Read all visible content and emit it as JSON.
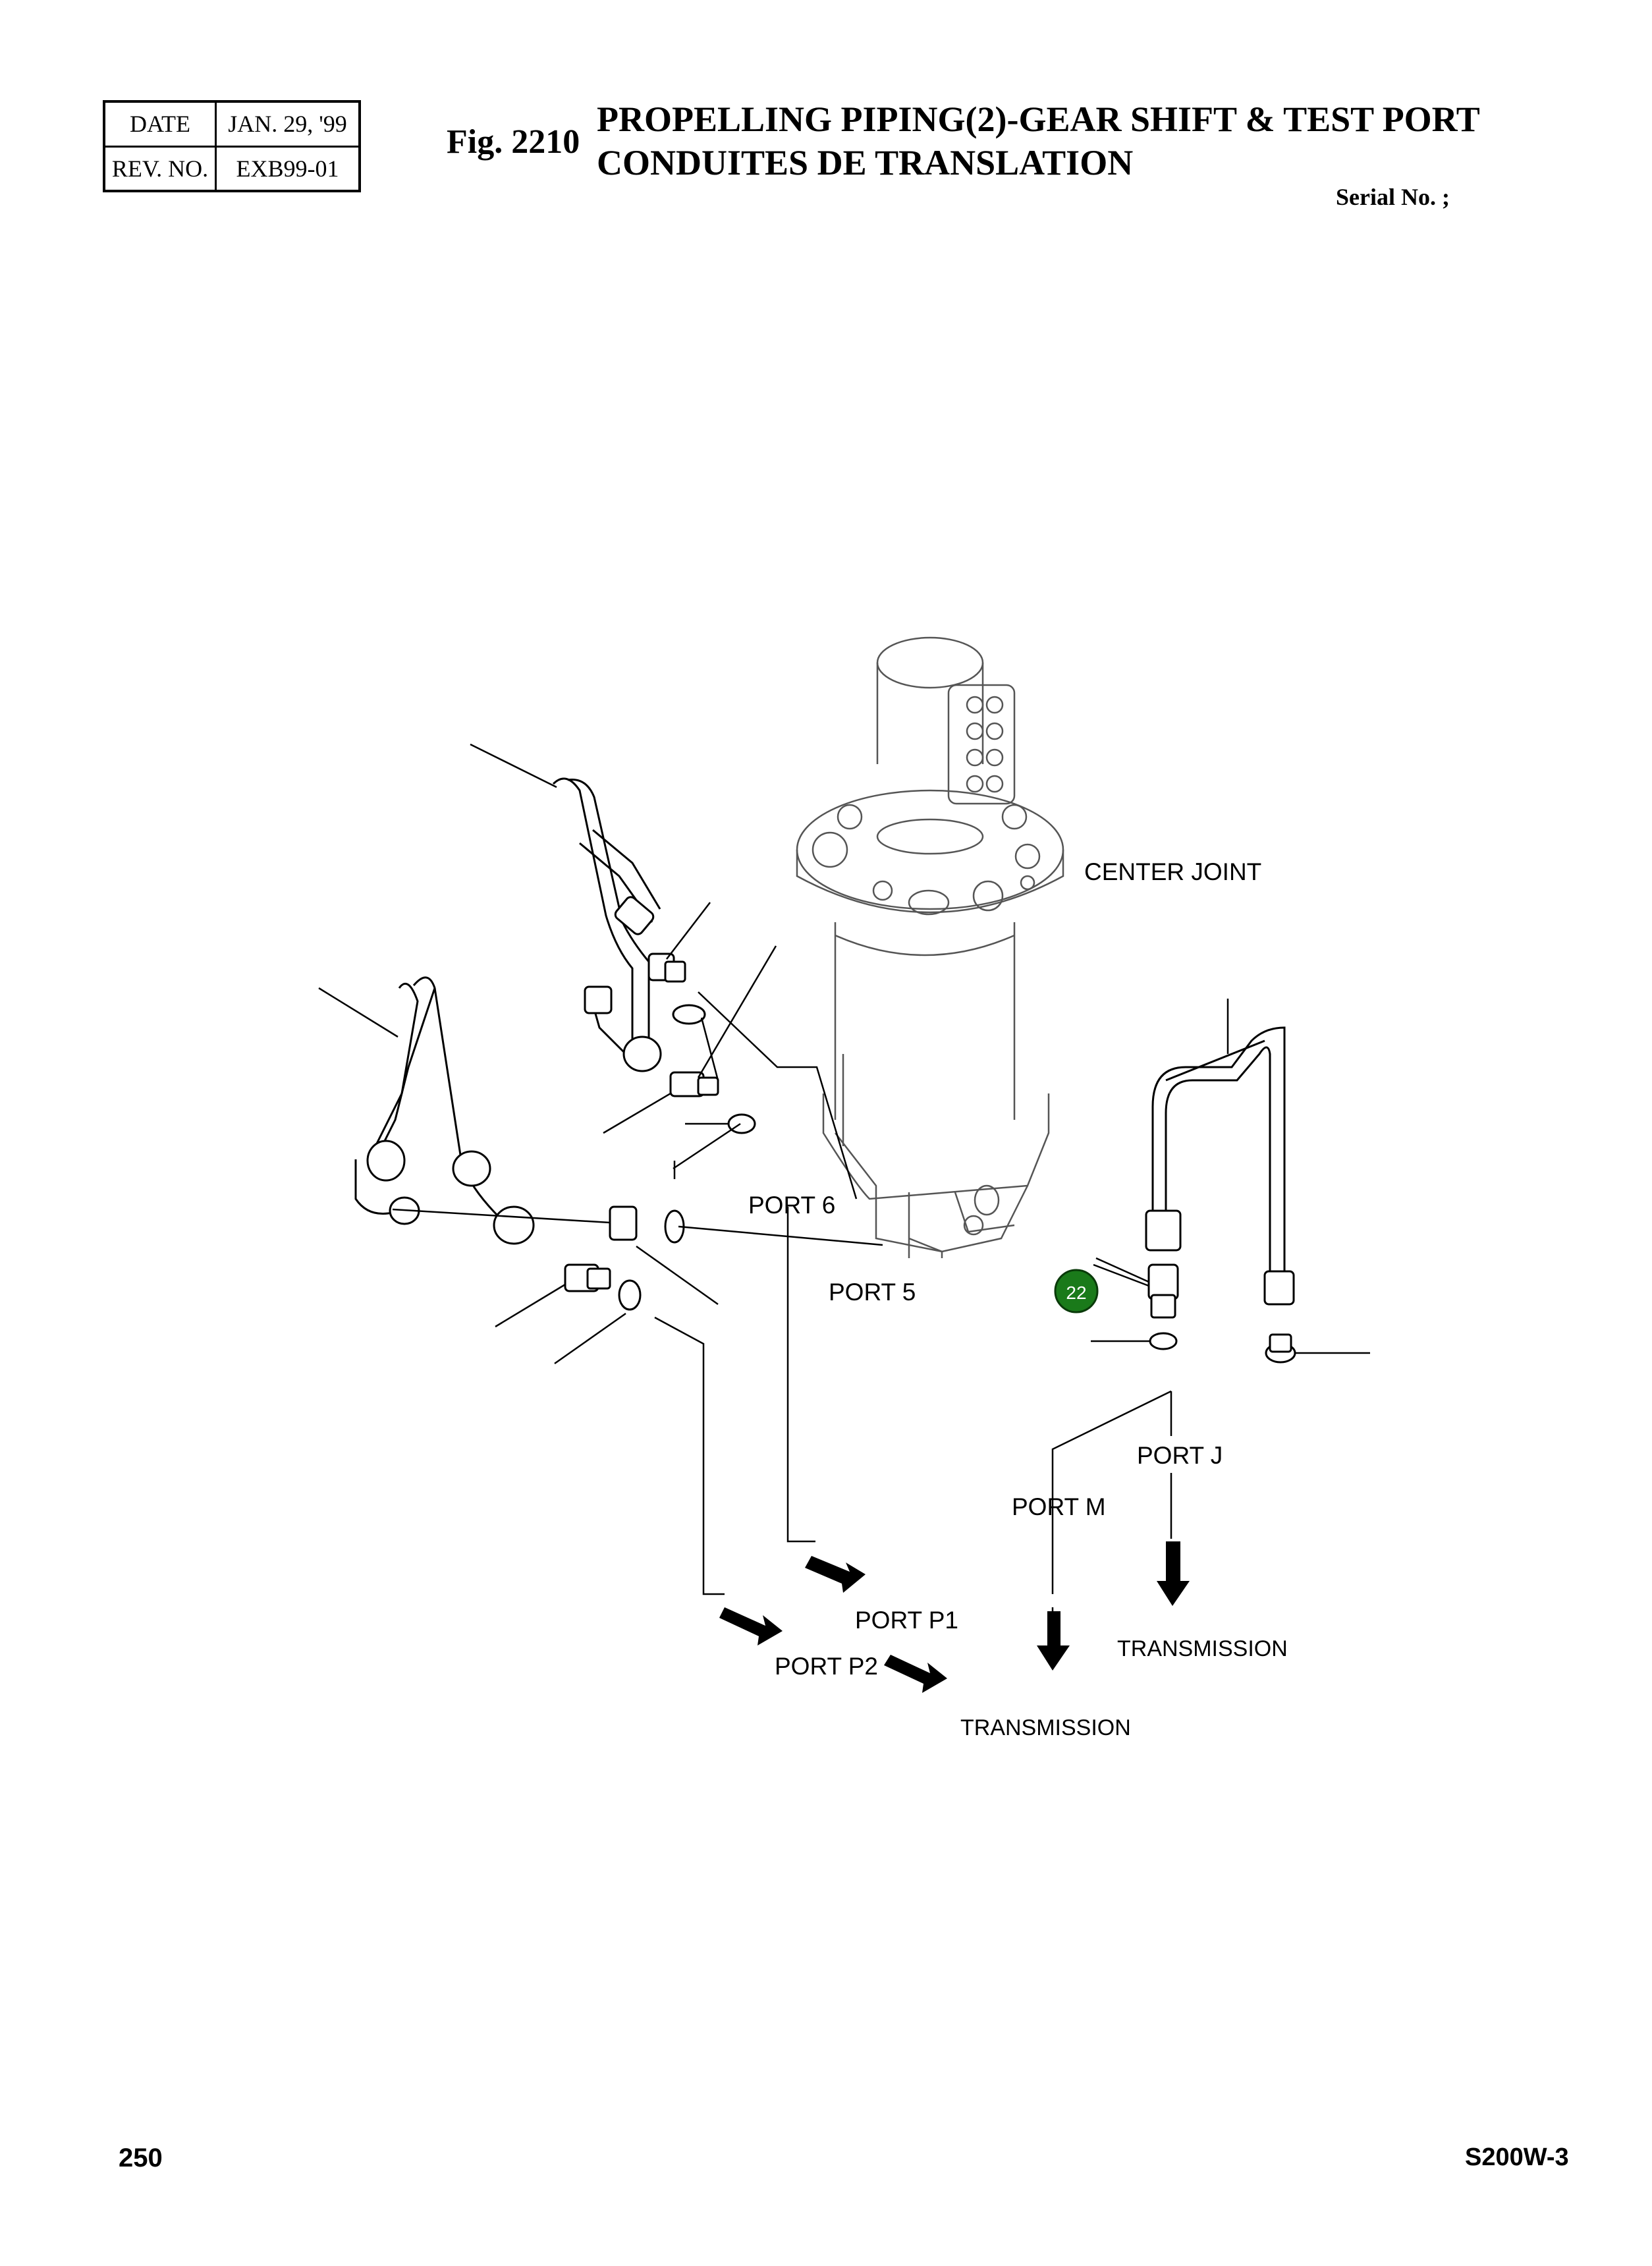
{
  "header": {
    "date_label": "DATE",
    "date_value": "JAN. 29, '99",
    "rev_label": "REV. NO.",
    "rev_value": "EXB99-01",
    "fig_number": "Fig. 2210",
    "title_line1": "PROPELLING PIPING(2)-GEAR SHIFT & TEST PORT",
    "title_line2": "CONDUITES DE TRANSLATION",
    "serial": "Serial No. ;"
  },
  "diagram": {
    "labels": {
      "center_joint": "CENTER JOINT",
      "port6": "PORT 6",
      "port5": "PORT 5",
      "port_j": "PORT J",
      "port_m": "PORT M",
      "port_p1": "PORT P1",
      "port_p2": "PORT P2",
      "transmission_1": "TRANSMISSION",
      "transmission_2": "TRANSMISSION"
    },
    "callout": {
      "number": "22",
      "color": "#1a7a1a"
    }
  },
  "footer": {
    "page_number": "250",
    "model": "S200W-3"
  }
}
